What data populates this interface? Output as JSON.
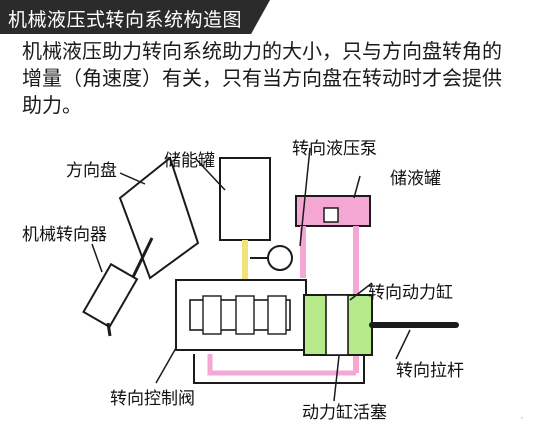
{
  "title": "机械液压式转向系统构造图",
  "description_lines": [
    "机械液压助力转向系统助力的大小，只与方向盘转角的",
    "增量（角速度）有关，只有当方向盘在转动时才会提供",
    "助力。"
  ],
  "labels": {
    "steering_wheel": "方向盘",
    "accumulator": "储能罐",
    "pump": "转向液压泵",
    "reservoir": "储液罐",
    "gear": "机械转向器",
    "power_cylinder": "转向动力缸",
    "tie_rod": "转向拉杆",
    "control_valve": "转向控制阀",
    "piston": "动力缸活塞"
  },
  "colors": {
    "banner": "#2b2b2b",
    "fluid_pink": "#f4a7d3",
    "fluid_yellow": "#f2e27a",
    "fluid_green": "#b6e98a",
    "line": "#1b1b1b"
  }
}
